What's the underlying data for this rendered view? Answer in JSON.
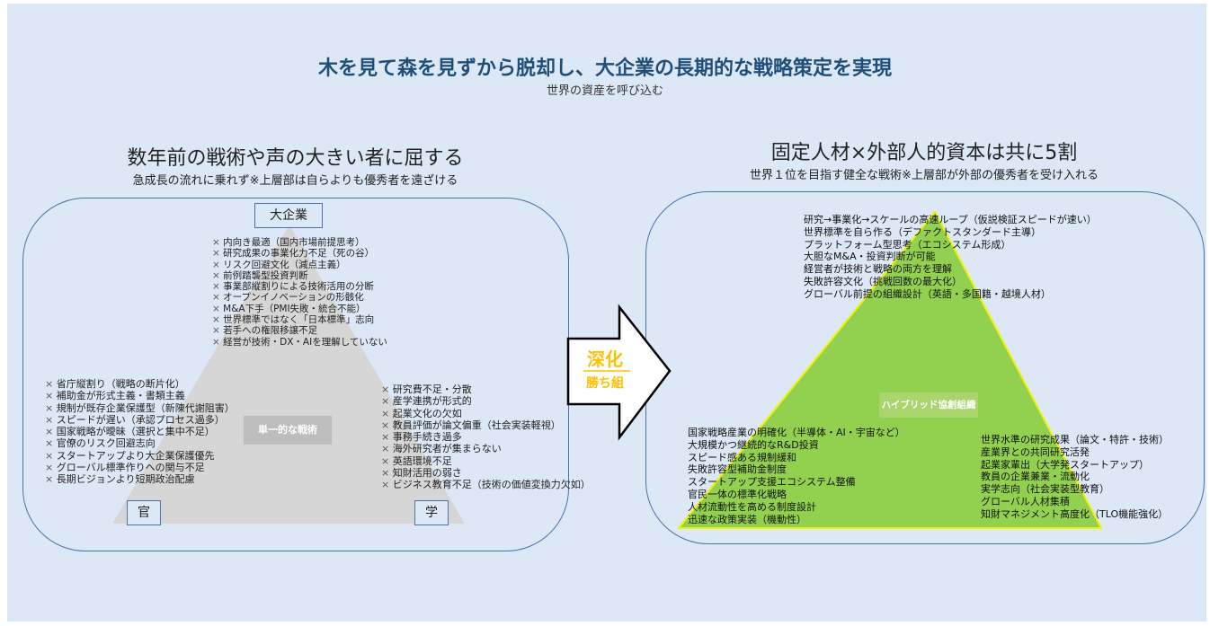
{
  "header": {
    "title": "木を見て森を見ずから脱却し、大企業の長期的な戦略策定を実現",
    "subtitle": "世界の資産を呼び込む"
  },
  "left": {
    "heading": "数年前の戦術や声の大きい者に屈する",
    "subheading": "急成長の流れに乗れず※上層部は自らよりも優秀者を遠ざける",
    "top_label": "大企業",
    "center_label": "単一的な戦術",
    "bottom_left_label": "官",
    "bottom_right_label": "学",
    "corporate_issues": [
      "内向き最適（国内市場前提思考）",
      "研究成果の事業化力不足（死の谷）",
      "リスク回避文化（減点主義）",
      "前例踏襲型投資判断",
      "事業部縦割りによる技術活用の分断",
      "オープンイノベーションの形骸化",
      "M&A下手（PMI失敗・統合不能）",
      "世界標準ではなく「日本標準」志向",
      "若手への権限移譲不足",
      "経営が技術・DX・AIを理解していない"
    ],
    "government_issues": [
      "省庁縦割り（戦略の断片化）",
      "補助金が形式主義・書類主義",
      "規制が既存企業保護型（新陳代謝阻害）",
      "スピードが遅い（承認プロセス過多）",
      "国家戦略が曖昧（選択と集中不足）",
      "官僚のリスク回避志向",
      "スタートアップより大企業保護優先",
      "グローバル標準作りへの関与不足",
      "長期ビジョンより短期政治配慮"
    ],
    "academia_issues": [
      "研究費不足・分散",
      "産学連携が形式的",
      "起業文化の欠如",
      "教員評価が論文偏重（社会実装軽視）",
      "事務手続き過多",
      "海外研究者が集まらない",
      "英語環境不足",
      "知財活用の弱さ",
      "ビジネス教育不足（技術の価値変換力欠如）"
    ]
  },
  "arrow": {
    "label_main": "深化",
    "label_sub": "勝ち組"
  },
  "right": {
    "heading": "固定人材×外部人的資本は共に5割",
    "subheading": "世界１位を目指す健全な戦術※上層部が外部の優秀者を受け入れる",
    "center_label": "ハイブリッド協創組織",
    "corporate_points": [
      "研究→事業化→スケールの高速ループ（仮説検証スピードが速い）",
      "世界標準を自ら作る（デファクトスタンダード主導）",
      "プラットフォーム型思考（エコシステム形成）",
      "大胆なM&A・投資判断が可能",
      "経営者が技術と戦略の両方を理解",
      "失敗許容文化（挑戦回数の最大化）",
      "グローバル前提の組織設計（英語・多国籍・越境人材）"
    ],
    "government_points": [
      "国家戦略産業の明確化（半導体・AI・宇宙など）",
      "大規模かつ継続的なR&D投資",
      "スピード感ある規制緩和",
      "失敗許容型補助金制度",
      "スタートアップ支援エコシステム整備",
      "官民一体の標準化戦略",
      "人材流動性を高める制度設計",
      "迅速な政策実装（機動性）"
    ],
    "academia_points": [
      "世界水準の研究成果（論文・特許・技術）",
      "産業界との共同研究活発",
      "起業家輩出（大学発スタートアップ）",
      "教員の企業兼業・流動化",
      "実学志向（社会実装型教育）",
      "グローバル人材集積",
      "知財マネジメント高度化（TLO機能強化）"
    ]
  },
  "colors": {
    "background": "#dce8f5",
    "title": "#1f4e79",
    "gray_triangle": "#d6d6d6",
    "green_triangle": "#92d050",
    "accent": "#ffc000"
  }
}
